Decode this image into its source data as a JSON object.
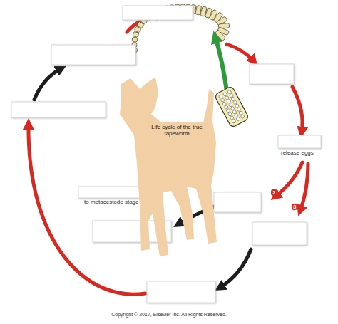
{
  "diagram": {
    "caption": "Copyright © 2017, Elsevier Inc. All Rights Reserved.",
    "nodes": [
      {
        "text": [
          "Life cycle of the true tapeworm"
        ]
      }
    ],
    "labels": [
      "release eggs",
      "2",
      "3",
      "to metacestode stage"
    ]
  }
}
